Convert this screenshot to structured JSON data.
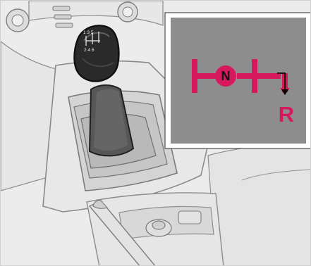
{
  "inset": {
    "neutral_label": "N",
    "reverse_label": "R"
  },
  "knob": {
    "pattern_top": "1 3 5",
    "pattern_bottom": "2 4 6"
  },
  "colors": {
    "indicator": "#d6195c",
    "inset_background": "#8d8d8d",
    "neutral_text": "#111111",
    "scene_background": "#ececec"
  }
}
